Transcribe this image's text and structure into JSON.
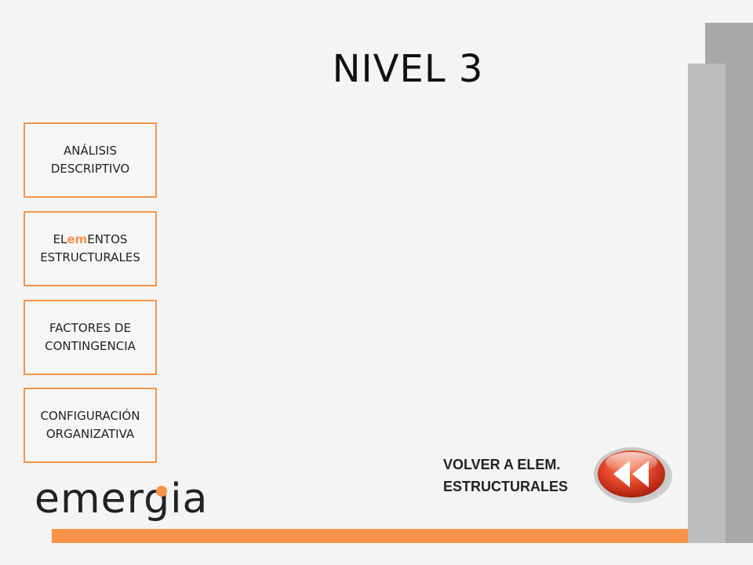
{
  "slide": {
    "title": "NIVEL 3"
  },
  "menu": {
    "items": [
      {
        "line1": "ANÁLISIS",
        "line2": "DESCRIPTIVO"
      },
      {
        "line1_pre": "EL",
        "line1_accent": "em",
        "line1_post": "ENTOS",
        "line2": "ESTRUCTURALES"
      },
      {
        "line1": "FACTORES DE",
        "line2": "CONTINGENCIA"
      },
      {
        "line1": "CONFIGURACIÓN",
        "line2": "ORGANIZATIVA"
      }
    ]
  },
  "back": {
    "line1": "VOLVER A ELEM.",
    "line2": "ESTRUCTURALES",
    "icon": "rewind-icon"
  },
  "logo": {
    "text": "emergia",
    "icon": "emergia-logo"
  },
  "colors": {
    "accent": "#f7944a",
    "background": "#f4f4f4",
    "bar_dark": "#a8a8a8",
    "bar_light": "#bdbdbd",
    "button_red": "#e2452a"
  }
}
